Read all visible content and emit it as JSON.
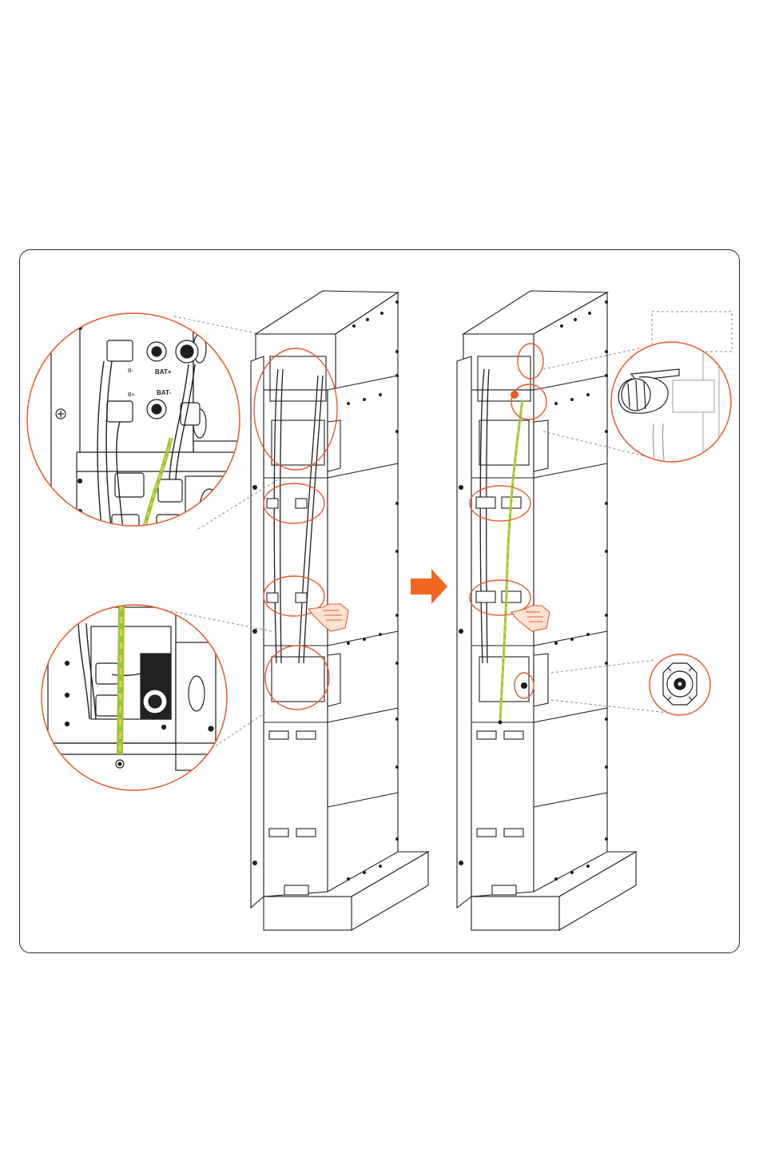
{
  "colors": {
    "callout": "#e8592b",
    "arrow": "#f26522",
    "line": "#1e1e1e",
    "ground_wire_green": "#9ac53a",
    "ground_wire_yellow": "#e3d23a",
    "frame": "#2a2a2a",
    "skin": "#fbe3d2"
  },
  "labels": {
    "bat_plus": "BAT+",
    "bat_minus": "BAT-",
    "b_plus": "B+",
    "b_minus": "B-"
  },
  "icons": {
    "step_arrow": "right-arrow-icon",
    "pointing_hand": "pointing-hand-icon",
    "screw": "screw-icon"
  }
}
